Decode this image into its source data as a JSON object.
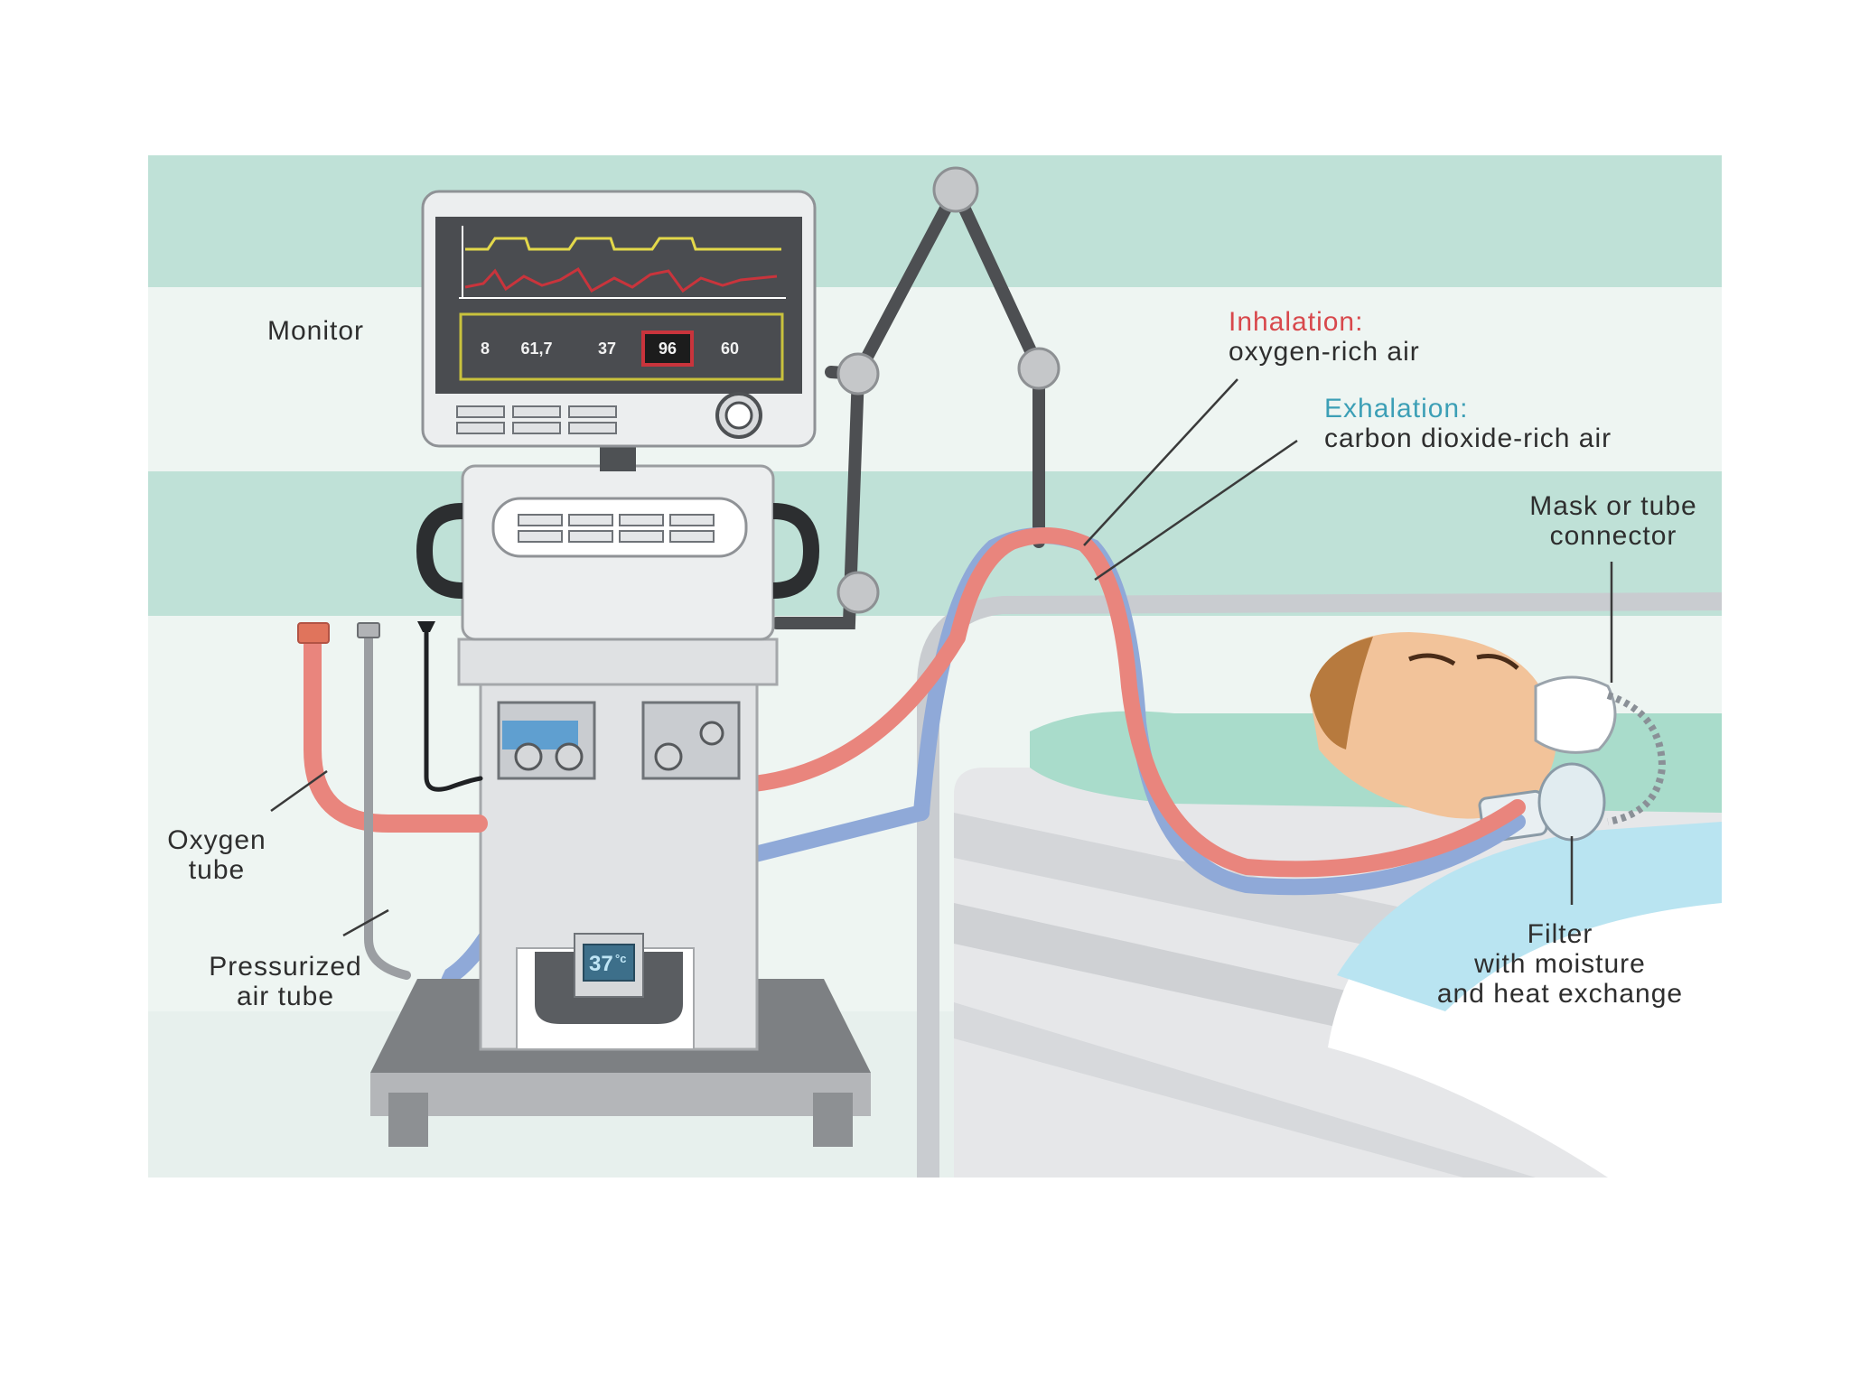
{
  "labels": {
    "monitor": "Monitor",
    "inhalation_title": "Inhalation:",
    "inhalation_desc": "oxygen-rich air",
    "exhalation_title": "Exhalation:",
    "exhalation_desc": "carbon dioxide-rich air",
    "mask_line1": "Mask or tube",
    "mask_line2": "connector",
    "oxygen_line1": "Oxygen",
    "oxygen_line2": "tube",
    "pressurized_line1": "Pressurized",
    "pressurized_line2": "air tube",
    "filter_line1": "Filter",
    "filter_line2": "with moisture",
    "filter_line3": "and heat exchange"
  },
  "monitor_readings": [
    "8",
    "61,7",
    "37",
    "96",
    "60"
  ],
  "humidifier_temp": "37",
  "humidifier_unit": "°c",
  "colors": {
    "wall_stripe": "#bfe1d7",
    "inhalation_tube": "#e9857d",
    "exhalation_tube": "#8fa9d8",
    "label_red": "#d8484c",
    "label_teal": "#3c9fb6",
    "screen_yellow": "#e3d84a",
    "screen_red": "#c9343c"
  }
}
